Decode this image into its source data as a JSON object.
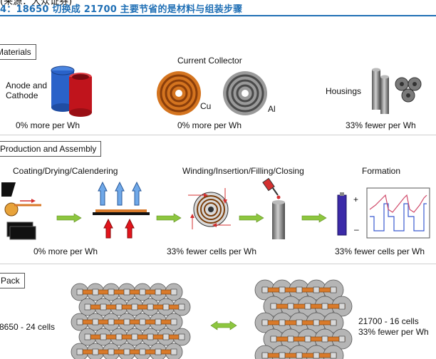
{
  "top_crop_text": "(来源：大众证券)",
  "figure_title": "4：18650 切换成 21700 主要节省的是材料与组装步骤",
  "sections": {
    "materials": {
      "label": "Materials",
      "anode_cathode_label": "Anode and\nCathode",
      "anode_cathode_caption": "0% more per Wh",
      "current_collector_label": "Current Collector",
      "cu_label": "Cu",
      "al_label": "Al",
      "current_collector_caption": "0% more per Wh",
      "housings_label": "Housings",
      "housings_caption": "33% fewer per Wh"
    },
    "production": {
      "label": "Production and Assembly",
      "coating_label": "Coating/Drying/Calendering",
      "coating_caption": "0% more per Wh",
      "winding_label": "Winding/Insertion/Filling/Closing",
      "winding_caption": "33% fewer cells per Wh",
      "formation_label": "Formation",
      "plus_label": "+",
      "minus_label": "–",
      "formation_caption": "33% fewer cells per Wh"
    },
    "pack": {
      "label": "Pack",
      "left_caption": "8650 - 24 cells",
      "right_caption_1": "21700 - 16 cells",
      "right_caption_2": "33% fewer per Wh"
    }
  },
  "colors": {
    "title_blue": "#1f6fb5",
    "arrow_green": "#8dc63f",
    "copper": "#d4741f",
    "steel": "#8a8a8a",
    "anode_blue": "#2a62c9",
    "cathode_red": "#c0141c",
    "busbar_orange": "#d97a2a",
    "formation_purple": "#3b2aa8"
  }
}
